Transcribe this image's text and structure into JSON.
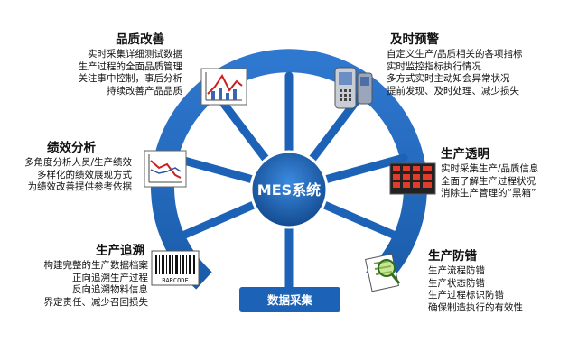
{
  "center": {
    "label": "MES系统"
  },
  "base": {
    "label": "数据采集"
  },
  "sections": {
    "quality": {
      "title": "品质改善",
      "lines": [
        "实时采集详细测试数据",
        "生产过程的全面品质管理",
        "关注事中控制，事后分析",
        "持续改善产品品质"
      ]
    },
    "warning": {
      "title": "及时预警",
      "lines": [
        "自定义生产/品质相关的各项指标",
        "实时监控指标执行情况",
        "多方式实时主动知会异常状况",
        "提前发现、及时处理、减少损失"
      ]
    },
    "performance": {
      "title": "绩效分析",
      "lines": [
        "多角度分析人员/生产绩效",
        "多样化的绩效展现方式",
        "为绩效改善提供参考依据"
      ]
    },
    "transparency": {
      "title": "生产透明",
      "lines": [
        "实时采集生产/品质信息",
        "全面了解生产过程状况",
        "消除生产管理的“黑箱”"
      ]
    },
    "traceability": {
      "title": "生产追溯",
      "lines": [
        "构建完整的生产数据档案",
        "正向追溯生产过程",
        "反向追溯物料信息",
        "界定责任、减少召回损失"
      ]
    },
    "errorproof": {
      "title": "生产防错",
      "lines": [
        "生产流程防错",
        "生产状态防错",
        "生产过程标识防错",
        "确保制造执行的有效性"
      ]
    }
  },
  "icons": {
    "barcode_text": "BARCODE"
  },
  "colors": {
    "primary": "#1c63b8",
    "dark": "#134a8f",
    "light": "#4f8fd6"
  }
}
